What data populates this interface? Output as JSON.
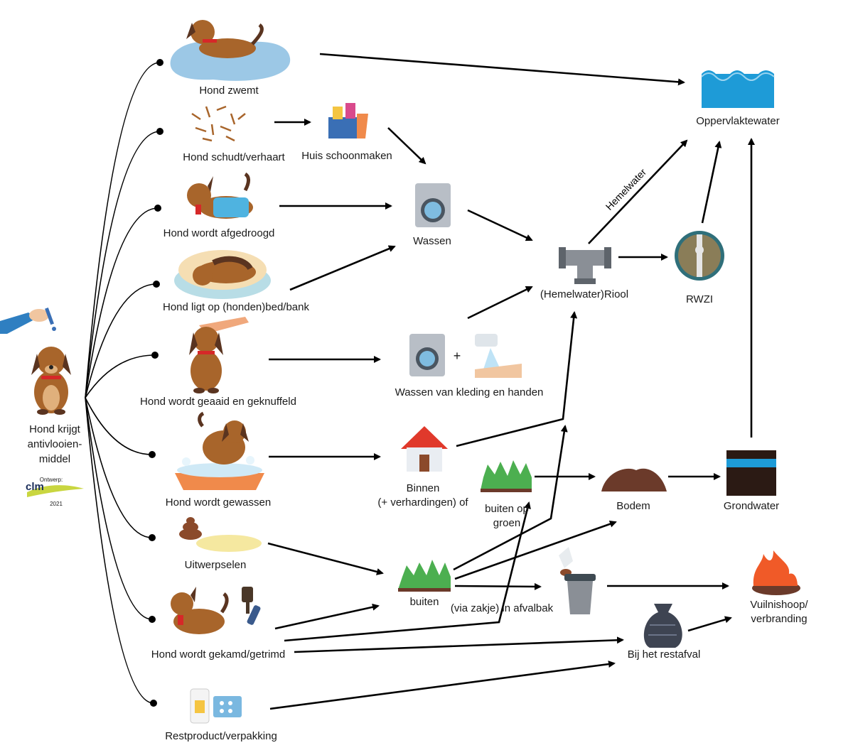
{
  "source": {
    "label": "Hond krijgt\nantivlooien-\nmiddel",
    "credit_title": "Ontwerp:",
    "credit_logo": "clm",
    "credit_year": "2021"
  },
  "pathways": [
    {
      "id": "zwemt",
      "label": "Hond zwemt",
      "icon": "swimming-dog-icon"
    },
    {
      "id": "schudt",
      "label": "Hond schudt/verhaart",
      "icon": "shed-hair-icon"
    },
    {
      "id": "afgedroogd",
      "label": "Hond wordt afgedroogd",
      "icon": "dog-towel-icon"
    },
    {
      "id": "ligt",
      "label": "Hond ligt op (honden)bed/bank",
      "icon": "dog-bed-icon"
    },
    {
      "id": "geaaid",
      "label": "Hond wordt geaaid en geknuffeld",
      "icon": "petting-dog-icon"
    },
    {
      "id": "gewassen",
      "label": "Hond wordt gewassen",
      "icon": "dog-bath-icon"
    },
    {
      "id": "uitwerpselen",
      "label": "Uitwerpselen",
      "icon": "poop-icon"
    },
    {
      "id": "gekamd",
      "label": "Hond wordt gekamd/getrimd",
      "icon": "dog-brush-icon"
    },
    {
      "id": "restproduct",
      "label": "Restproduct/verpakking",
      "icon": "packaging-icon"
    }
  ],
  "intermediates": {
    "schoonmaken": {
      "label": "Huis schoonmaken",
      "icon": "cleaning-supplies-icon"
    },
    "wassen": {
      "label": "Wassen",
      "icon": "washing-machine-icon"
    },
    "wassen_kleding": {
      "label": "Wassen van kleding en handen",
      "plus": "+",
      "icon": "washing-hands-icon"
    },
    "binnen": {
      "label": "Binnen\n(+ verhardingen) of",
      "icon": "house-icon"
    },
    "buiten_groen": {
      "label": "buiten op\ngroen",
      "icon": "grass-icon"
    },
    "buiten": {
      "label": "buiten",
      "icon": "grass-icon"
    },
    "afvalbak": {
      "label": "(via zakje) in afvalbak",
      "icon": "waste-bin-icon"
    },
    "riool": {
      "label": "(Hemelwater)Riool",
      "icon": "sewer-pipe-icon"
    },
    "rwzi": {
      "label": "RWZI",
      "icon": "treatment-plant-icon"
    },
    "restafval": {
      "label": "Bij het restafval",
      "icon": "garbage-bag-icon"
    }
  },
  "endpoints": {
    "oppervlaktewater": {
      "label": "Oppervlaktewater",
      "icon": "surface-water-icon"
    },
    "bodem": {
      "label": "Bodem",
      "icon": "soil-icon"
    },
    "grondwater": {
      "label": "Grondwater",
      "icon": "groundwater-icon"
    },
    "vuilnishoop": {
      "label": "Vuilnishoop/\nverbranding",
      "icon": "fire-icon"
    }
  },
  "edge_labels": {
    "hemelwater": "Hemelwater"
  },
  "colors": {
    "dog_brown": "#a8652b",
    "dog_dark": "#5a3420",
    "collar_red": "#d62828",
    "water_blue": "#1e9bd7",
    "grass_green": "#4caf50",
    "soil_brown": "#6b3a2a",
    "fire_orange": "#f05a28",
    "gray": "#8a8f96"
  }
}
